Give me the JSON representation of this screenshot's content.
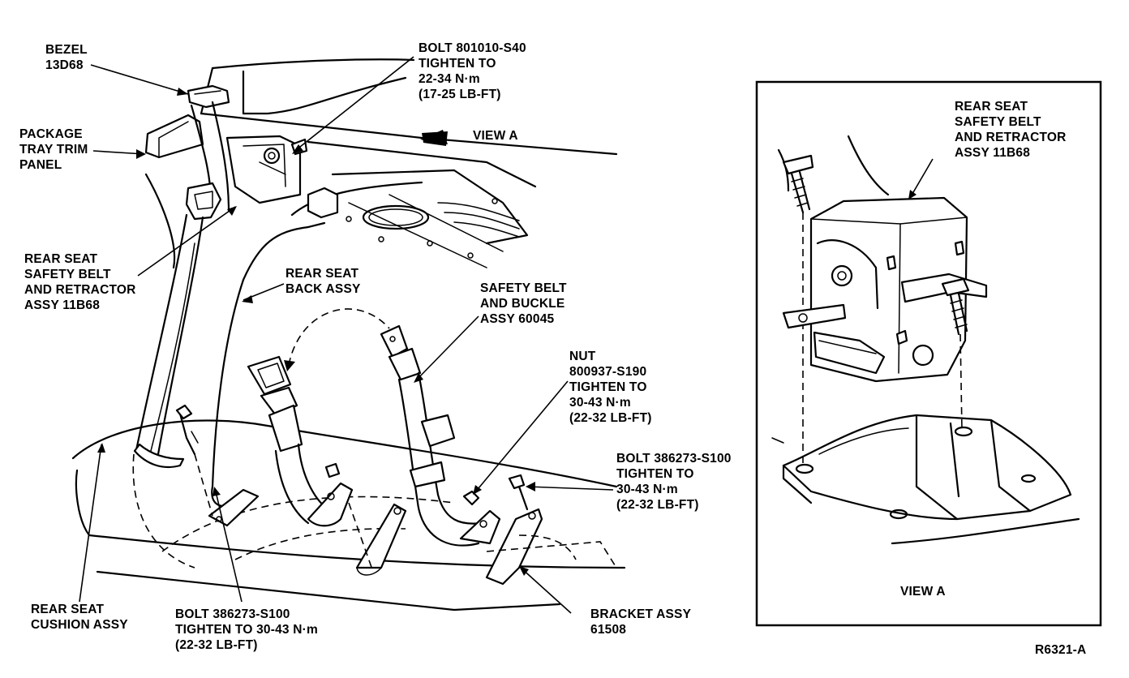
{
  "labels": {
    "bezel": [
      "BEZEL",
      "13D68"
    ],
    "bolt_top": [
      "BOLT 801010-S40",
      "TIGHTEN TO",
      "22-34 N·m",
      "(17-25 LB-FT)"
    ],
    "package_tray": [
      "PACKAGE",
      "TRAY TRIM",
      "PANEL"
    ],
    "view_a_arrow": "VIEW A",
    "retractor_main": [
      "REAR SEAT",
      "SAFETY BELT",
      "AND RETRACTOR",
      "ASSY 11B68"
    ],
    "seat_back": [
      "REAR SEAT",
      "BACK ASSY"
    ],
    "belt_buckle": [
      "SAFETY BELT",
      "AND BUCKLE",
      "ASSY 60045"
    ],
    "nut": [
      "NUT",
      "800937-S190",
      "TIGHTEN TO",
      "30-43 N·m",
      "(22-32 LB-FT)"
    ],
    "bolt_right": [
      "BOLT 386273-S100",
      "TIGHTEN TO",
      "30-43 N·m",
      "(22-32 LB-FT)"
    ],
    "cushion": [
      "REAR SEAT",
      "CUSHION ASSY"
    ],
    "bolt_bottom": [
      "BOLT 386273-S100",
      "TIGHTEN TO 30-43 N·m",
      "(22-32 LB-FT)"
    ],
    "bracket": [
      "BRACKET ASSY",
      "61508"
    ],
    "inset_retractor": [
      "REAR SEAT",
      "SAFETY BELT",
      "AND RETRACTOR",
      "ASSY 11B68"
    ],
    "inset_caption": "VIEW A",
    "figure_code": "R6321-A"
  }
}
